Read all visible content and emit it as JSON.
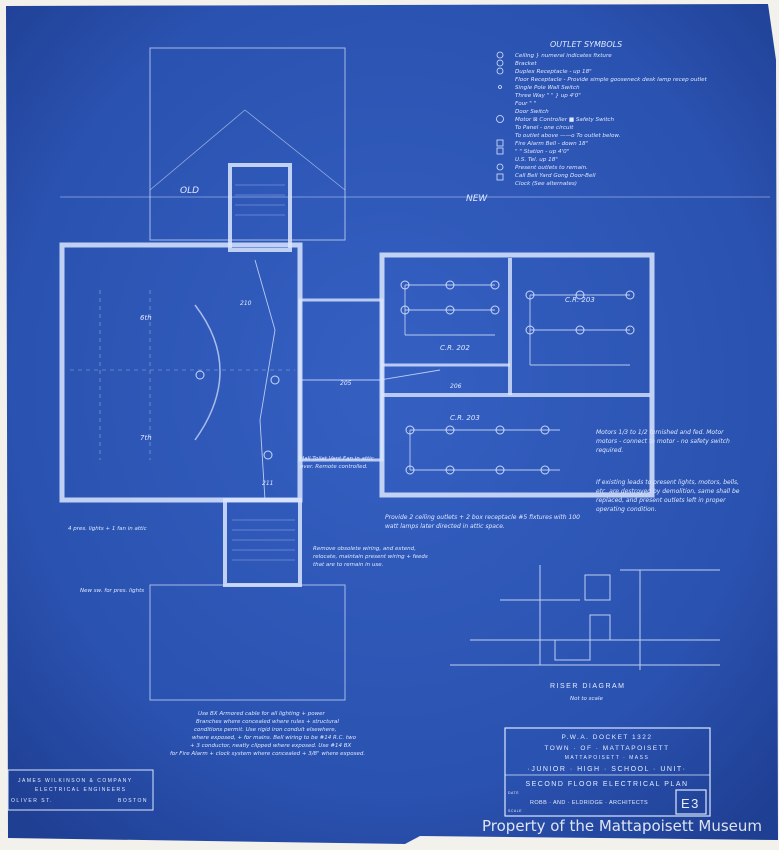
{
  "legend": {
    "title": "OUTLET SYMBOLS",
    "items": [
      "Ceiling } numeral indicates fixture",
      "Bracket",
      "Duplex Receptacle - up 18\"",
      "Floor Receptacle - Provide simple gooseneck desk lamp recep outlet",
      "Single Pole Wall Switch",
      "Three Way \"  \" } up 4'0\"",
      "Four \"  \"",
      "Door Switch",
      "Motor ⊠ Controller ■ Safety Switch",
      "To Panel - one circuit",
      "To outlet above  ——o To outlet below.",
      "Fire Alarm Bell - down 18\"",
      "\"  \" Station - up 4'0\"",
      "U.S. Tel.  up 18\"",
      "Present outlets to remain.",
      "Call Bell   Yard Gong   Door-Bell",
      "Clock (See alternates)"
    ]
  },
  "plan_labels": {
    "old": "OLD",
    "new": "NEW",
    "rooms": [
      "6th",
      "7th",
      "C.R. 202",
      "C.R. 203",
      "C.R. 203",
      "210",
      "211",
      "205",
      "206"
    ]
  },
  "notes": {
    "motors": "Motors 1/3 to 1/2 furnished and fed. Motor motors - connect to motor - no safety switch required.",
    "existing": "If existing leads to present lights, motors, bells, etc. are destroyed by demolition, same shall be replaced, and present outlets left in proper operating condition.",
    "toilet_fan": "Hall Toilet Vent Fan in attic over. Remote controlled.",
    "ceiling": "Provide 2 ceiling outlets + 2 box receptacle #5 fixtures with 100 watt lamps later directed in attic space.",
    "remove": "Remove obsolete wiring, and extend, relocate, maintain present wiring + feeds that are to remain in use.",
    "attic": "4 pres. lights + 1 fan in attic",
    "new_sw": "New sw. for pres. lights",
    "cable": [
      "Use BX Armored cable for all lighting + power",
      "Branches where concealed where rules + structural",
      "conditions permit. Use rigid iron conduit elsewhere,",
      "where exposed, + for mains. Bell wiring to be #14 R.C. two",
      "+ 3 conductor, neatly clipped where exposed. Use #14 BX",
      "for Fire Alarm + clock system where concealed + 3/8\" where exposed."
    ]
  },
  "riser": {
    "title": "RISER DIAGRAM",
    "subtitle": "Not to scale"
  },
  "engineer": {
    "line1": "JAMES WILKINSON & COMPANY",
    "line2": "ELECTRICAL ENGINEERS",
    "street": "OLIVER ST.",
    "city": "BOSTON"
  },
  "title_block": {
    "docket": "P.W.A. DOCKET 1322",
    "town": "TOWN · OF · MATTAPOISETT",
    "state": "MATTAPOISETT · MASS",
    "project": "·JUNIOR · HIGH · SCHOOL · UNIT·",
    "sheet_title": "SECOND FLOOR ELECTRICAL PLAN",
    "architects": "ROBB · AND · ELDRIDGE · ARCHITECTS",
    "date_label": "DATE",
    "scale_label": "SCALE",
    "sheet_no": "E3"
  },
  "watermark": "Property of the Mattapoisett Museum",
  "colors": {
    "paper": "#2c55b4",
    "line": "#dbe6ff"
  }
}
